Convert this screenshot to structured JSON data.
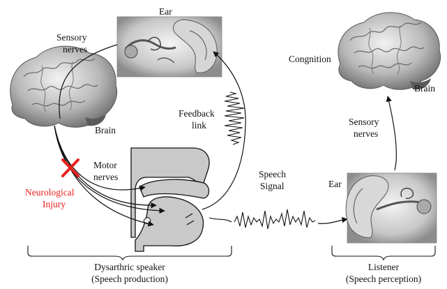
{
  "speaker": {
    "ear_label": "Ear",
    "sensory_nerves": [
      "Sensory",
      "nerves"
    ],
    "brain_label": "Brain",
    "feedback_link": [
      "Feedback",
      "link"
    ],
    "motor_nerves": [
      "Motor",
      "nerves"
    ],
    "injury": [
      "Neurological",
      "Injury"
    ],
    "caption": [
      "Dysarthric speaker",
      "(Speech production)"
    ]
  },
  "signal": {
    "label": [
      "Speech",
      "Signal"
    ]
  },
  "listener": {
    "cognition_label": "Congnition",
    "brain_label": "Brain",
    "sensory_nerves": [
      "Sensory",
      "nerves"
    ],
    "ear_label": "Ear",
    "caption": [
      "Listener",
      "(Speech perception)"
    ]
  },
  "colors": {
    "injury": "#e8201c",
    "line": "#111111",
    "organ_fill": "#c9c9c9"
  },
  "icons": [
    "brain-image",
    "ear-image",
    "vocal-tract-diagram",
    "injury-cross-icon",
    "waveform"
  ]
}
